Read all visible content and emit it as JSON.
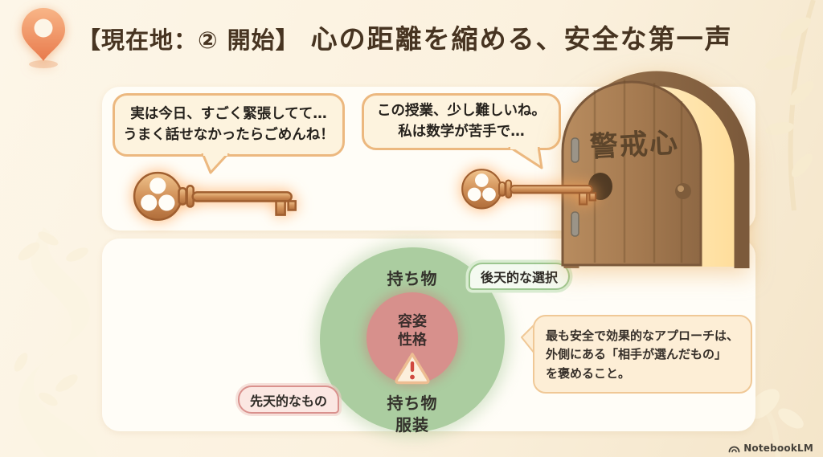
{
  "header": {
    "location_label": "【現在地：② 開始】",
    "title": "心の距離を縮める、安全な第一声"
  },
  "top_panel": {
    "bubble_left": {
      "lines": [
        "実は今日、すごく緊張してて…",
        "うまく話せなかったらごめんね！"
      ]
    },
    "bubble_right": {
      "lines": [
        "この授業、少し難しいね。",
        "私は数学が苦手で…"
      ]
    },
    "door_label": "警戒心"
  },
  "bottom_panel": {
    "outer_circle_top_label": "持ち物",
    "outer_circle_bottom_labels": [
      "持ち物",
      "服装"
    ],
    "inner_circle_labels": [
      "容姿",
      "性格"
    ],
    "badge_acquired": "後天的な選択",
    "badge_innate": "先天的なもの",
    "note_lines": [
      "最も安全で効果的なアプローチは、",
      "外側にある「相手が選んだもの」",
      "を褒めること。"
    ]
  },
  "footer": {
    "brand": "NotebookLM"
  },
  "colors": {
    "background": "#fbf1de",
    "panel": "#fffdf7",
    "title_brown": "#473421",
    "bubble_fill": "#fdf3de",
    "bubble_border": "#ecb87f",
    "key_gold": "#c8854e",
    "door_wood": "#a57a50",
    "door_glow": "#ffdf9f",
    "green_circle": "#abcda0",
    "pink_circle": "#d7908c",
    "badge_green_border": "#9cc68f",
    "badge_pink_border": "#d9918d",
    "warning_red": "#d0493f",
    "pin_orange": "#e8814f"
  }
}
